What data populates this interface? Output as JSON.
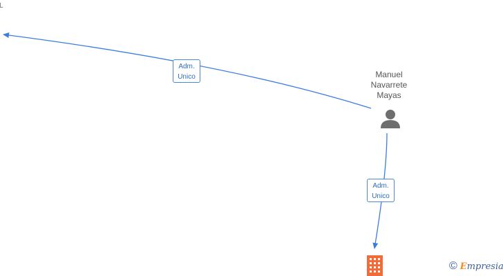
{
  "diagram": {
    "nodes": {
      "person": {
        "name_lines": [
          "Manuel",
          "Navarrete",
          "Mayas"
        ],
        "icon": "person-icon"
      },
      "company_top": {
        "label": "L",
        "icon": "cut-off"
      },
      "company_bottom": {
        "icon": "building-icon"
      }
    },
    "edges": [
      {
        "from": "person",
        "to": "company_top",
        "label_lines": [
          "Adm.",
          "Unico"
        ]
      },
      {
        "from": "person",
        "to": "company_bottom",
        "label_lines": [
          "Adm.",
          "Unico"
        ]
      }
    ]
  },
  "colors": {
    "edge": "#3b7ddd",
    "label_border": "#4a86d4",
    "building": "#f26b3a",
    "person": "#6e6e6e"
  },
  "footer": {
    "copyright_symbol": "©",
    "brand": "Empresia"
  }
}
